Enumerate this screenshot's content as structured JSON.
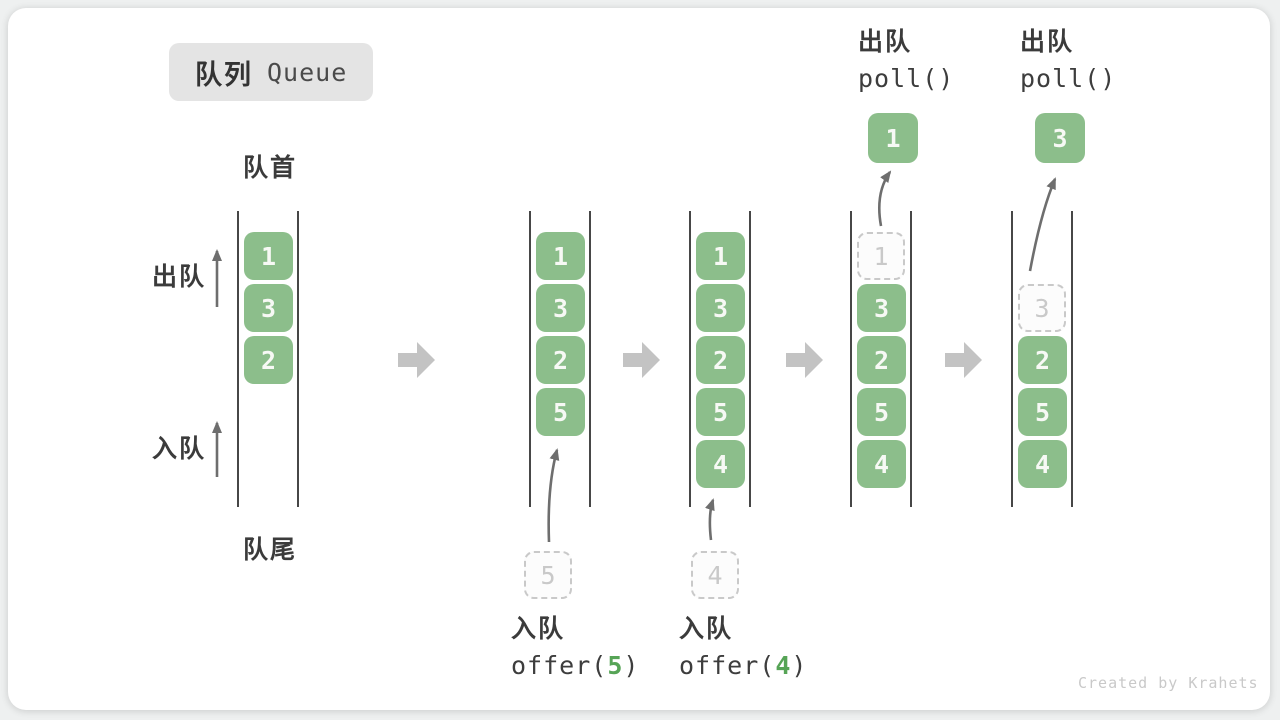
{
  "title": {
    "zh": "队列",
    "en": "Queue"
  },
  "labels": {
    "front": "队首",
    "rear": "队尾",
    "dequeue_side": "出队",
    "enqueue_side": "入队"
  },
  "operations": {
    "enqueue1": {
      "label": "入队",
      "code_fn": "offer(",
      "arg": "5",
      "code_close": ")"
    },
    "enqueue2": {
      "label": "入队",
      "code_fn": "offer(",
      "arg": "4",
      "code_close": ")"
    },
    "dequeue1": {
      "label": "出队",
      "code": "poll()"
    },
    "dequeue2": {
      "label": "出队",
      "code": "poll()"
    }
  },
  "states": [
    {
      "name": "state-1",
      "boxes": [
        "1",
        "3",
        "2"
      ]
    },
    {
      "name": "state-2",
      "boxes": [
        "1",
        "3",
        "2",
        "5"
      ],
      "incoming": "5"
    },
    {
      "name": "state-3",
      "boxes": [
        "1",
        "3",
        "2",
        "5",
        "4"
      ],
      "incoming": "4"
    },
    {
      "name": "state-4",
      "boxes": [
        "3",
        "2",
        "5",
        "4"
      ],
      "ghost": "1",
      "outgoing": "1"
    },
    {
      "name": "state-5",
      "boxes": [
        "2",
        "5",
        "4"
      ],
      "ghost": "3",
      "outgoing": "3"
    }
  ],
  "watermark": "Created by Krahets",
  "colors": {
    "box_green": "#8cbe8b",
    "code_green": "#56a456",
    "wall_gray": "#474747",
    "thin_arrow_gray": "#6e6e6e",
    "step_arrow_gray": "#c3c3c3",
    "badge_bg": "#e4e4e4"
  }
}
